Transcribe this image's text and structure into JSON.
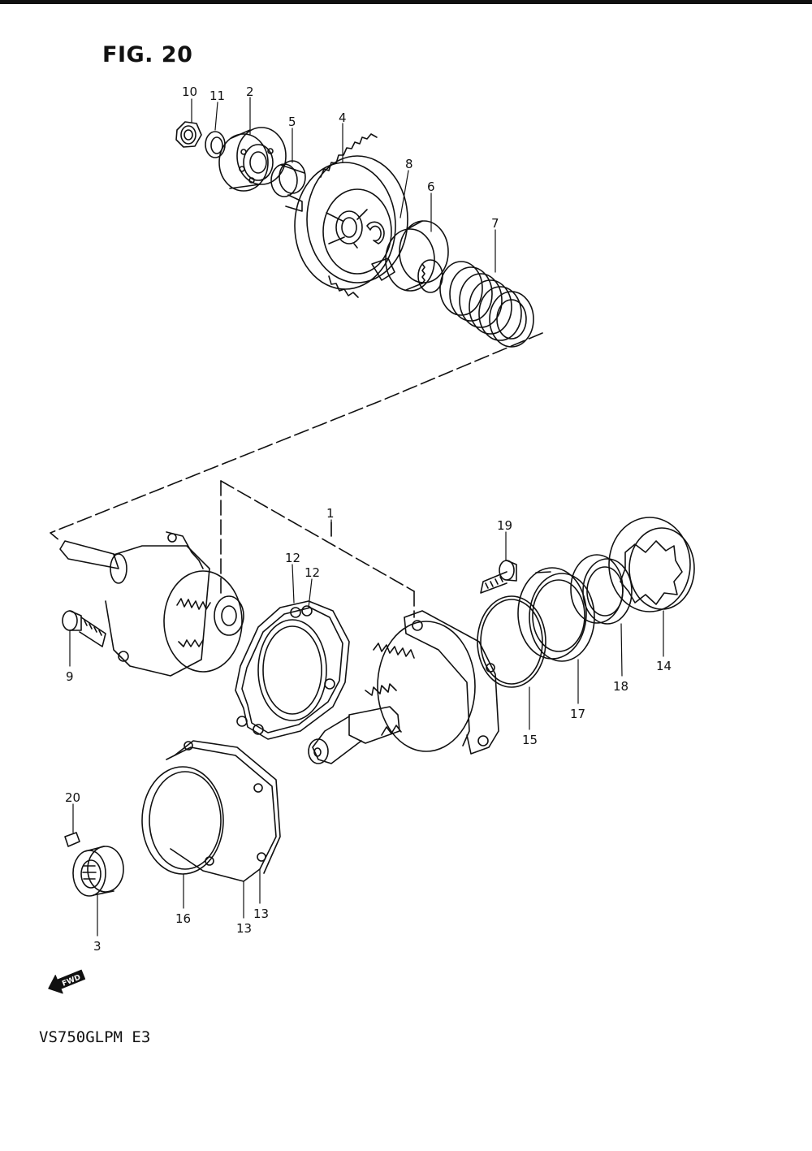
{
  "figure": {
    "title": "FIG. 20",
    "model_code": "VS750GLPM E3",
    "fwd_label": "FWD"
  },
  "callouts": [
    {
      "id": "c10",
      "label": "10"
    },
    {
      "id": "c11",
      "label": "11"
    },
    {
      "id": "c2",
      "label": "2"
    },
    {
      "id": "c5",
      "label": "5"
    },
    {
      "id": "c4",
      "label": "4"
    },
    {
      "id": "c8",
      "label": "8"
    },
    {
      "id": "c6",
      "label": "6"
    },
    {
      "id": "c7",
      "label": "7"
    },
    {
      "id": "c1",
      "label": "1"
    },
    {
      "id": "c19",
      "label": "19"
    },
    {
      "id": "c12a",
      "label": "12"
    },
    {
      "id": "c12b",
      "label": "12"
    },
    {
      "id": "c9",
      "label": "9"
    },
    {
      "id": "c14",
      "label": "14"
    },
    {
      "id": "c18",
      "label": "18"
    },
    {
      "id": "c17",
      "label": "17"
    },
    {
      "id": "c15",
      "label": "15"
    },
    {
      "id": "c20",
      "label": "20"
    },
    {
      "id": "c16",
      "label": "16"
    },
    {
      "id": "c13a",
      "label": "13"
    },
    {
      "id": "c13b",
      "label": "13"
    },
    {
      "id": "c3",
      "label": "3"
    }
  ],
  "colors": {
    "ink": "#111111",
    "paper": "#ffffff"
  },
  "icons": [
    "fwd-arrow-icon"
  ]
}
